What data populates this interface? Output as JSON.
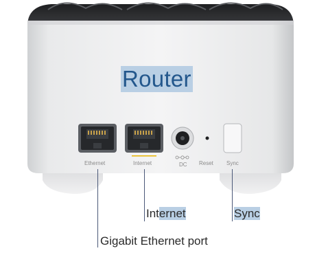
{
  "title": "Router",
  "ports": [
    {
      "label": "Ethernet"
    },
    {
      "label": "Internet"
    },
    {
      "label": "DC"
    },
    {
      "label": "Reset"
    },
    {
      "label": "Sync"
    }
  ],
  "callouts": {
    "internet": {
      "prefix": "Int",
      "highlight": "ernet"
    },
    "sync": {
      "highlight": "Sync"
    },
    "ethernet": {
      "text": "Gigabit Ethernet port"
    }
  },
  "colors": {
    "highlight": "#b9cfe4",
    "title_text": "#23578c",
    "internet_accent": "#e8b400",
    "pointer": "#4a5878"
  }
}
